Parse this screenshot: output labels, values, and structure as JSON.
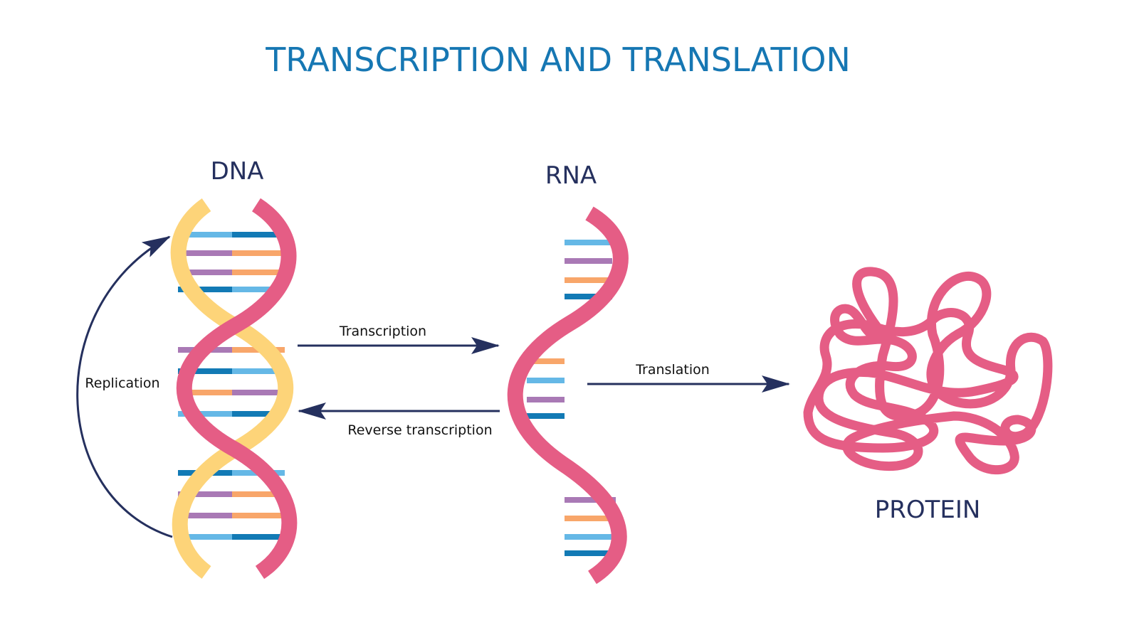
{
  "title": "TRANSCRIPTION AND TRANSLATION",
  "labels": {
    "dna": "DNA",
    "rna": "RNA",
    "protein": "PROTEIN"
  },
  "processes": {
    "replication": "Replication",
    "transcription": "Transcription",
    "reverse_transcription": "Reverse transcription",
    "translation": "Translation"
  },
  "colors": {
    "title": "#1677b3",
    "label": "#25305e",
    "strand_pink": "#e55d85",
    "strand_yellow": "#fdd479",
    "base_light_blue": "#65b8e6",
    "base_dark_blue": "#127ab5",
    "base_purple": "#a979b5",
    "base_orange": "#f8a66a"
  }
}
